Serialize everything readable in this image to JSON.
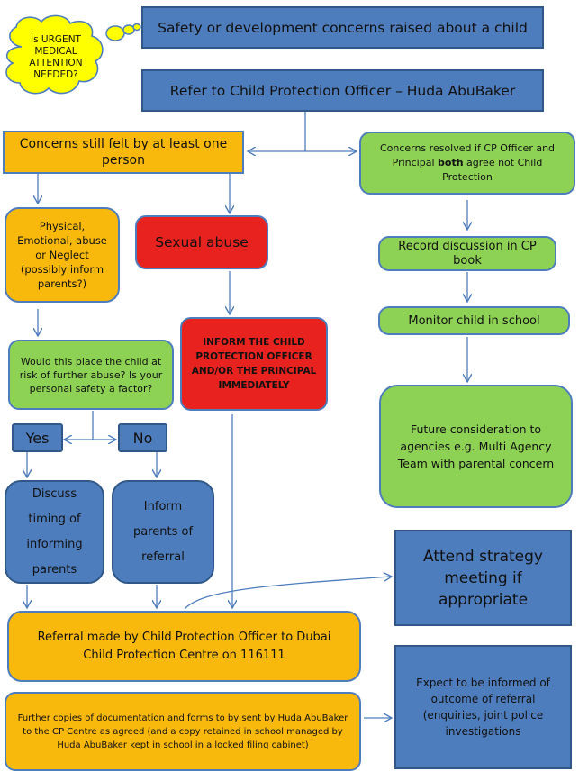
{
  "thought": {
    "text": "Is URGENT MEDICAL ATTENTION NEEDED?"
  },
  "nodes": {
    "concerns_raised": "Safety or development concerns raised about a child",
    "refer_cpo": "Refer to Child Protection Officer – Huda AbuBaker",
    "concerns_still": "Concerns still felt by at least one person",
    "concerns_resolved_a": "Concerns resolved if CP Officer and Principal ",
    "concerns_resolved_bold": "both",
    "concerns_resolved_b": " agree not Child Protection",
    "physical": "Physical, Emotional, abuse or Neglect (possibly inform parents?)",
    "sexual": "Sexual  abuse",
    "record": "Record discussion in CP book",
    "monitor": "Monitor child in school",
    "inform_cpo": "INFORM THE CHILD PROTECTION OFFICER AND/OR THE PRINCIPAL IMMEDIATELY",
    "risk_question": "Would this place the child at risk of further abuse? Is your personal safety a factor?",
    "future": "Future consideration to agencies e.g. Multi Agency Team with parental concern",
    "yes": "Yes",
    "no": "No",
    "discuss": "Discuss timing of informing parents",
    "inform_parents": "Inform parents of referral",
    "strategy": "Attend strategy meeting if appropriate",
    "referral": "Referral made by Child Protection Officer to Dubai Child Protection Centre on 116111",
    "further_copies": "Further copies of documentation and forms to by sent by Huda AbuBaker to the CP Centre as agreed (and a copy retained in school managed by Huda AbuBaker kept in school in a locked filing cabinet)",
    "expect": "Expect to be informed of outcome of referral (enquiries, joint police investigations"
  },
  "colors": {
    "blue": "#4e7dbd",
    "orange": "#f9b80c",
    "green": "#8ed255",
    "red": "#e8231f",
    "yellow": "#ffff00",
    "arrow": "#4e7dbd"
  }
}
